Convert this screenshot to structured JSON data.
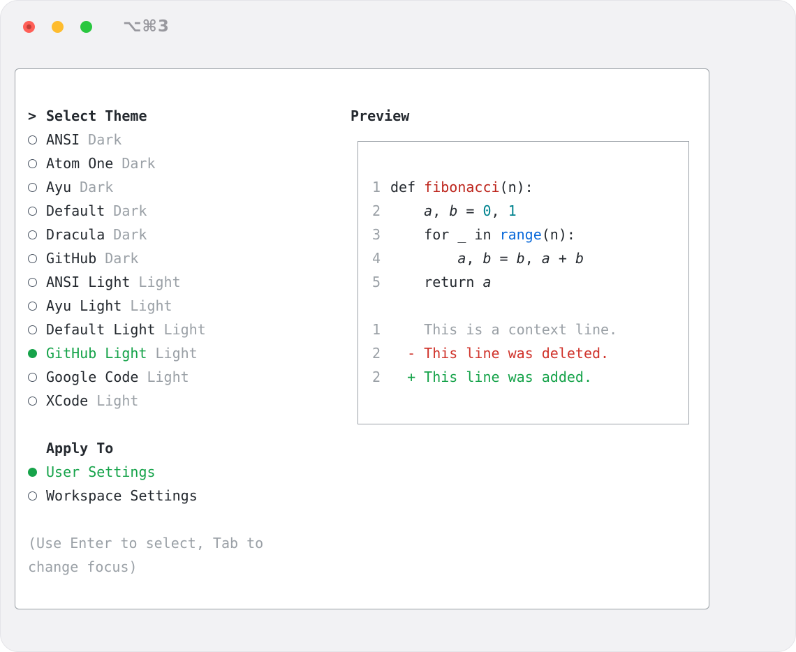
{
  "window": {
    "shortcut_label": "⌥⌘3"
  },
  "selector": {
    "prompt": ">",
    "title": "Select Theme",
    "themes": [
      {
        "name": "ANSI",
        "variant": "Dark",
        "selected": false
      },
      {
        "name": "Atom One",
        "variant": "Dark",
        "selected": false
      },
      {
        "name": "Ayu",
        "variant": "Dark",
        "selected": false
      },
      {
        "name": "Default",
        "variant": "Dark",
        "selected": false
      },
      {
        "name": "Dracula",
        "variant": "Dark",
        "selected": false
      },
      {
        "name": "GitHub",
        "variant": "Dark",
        "selected": false
      },
      {
        "name": "ANSI Light",
        "variant": "Light",
        "selected": false
      },
      {
        "name": "Ayu Light",
        "variant": "Light",
        "selected": false
      },
      {
        "name": "Default Light",
        "variant": "Light",
        "selected": false
      },
      {
        "name": "GitHub Light",
        "variant": "Light",
        "selected": true
      },
      {
        "name": "Google Code",
        "variant": "Light",
        "selected": false
      },
      {
        "name": "XCode",
        "variant": "Light",
        "selected": false
      }
    ],
    "apply_to": {
      "title": "Apply To",
      "options": [
        {
          "label": "User Settings",
          "selected": true
        },
        {
          "label": "Workspace Settings",
          "selected": false
        }
      ]
    },
    "hint": "(Use Enter to select, Tab to change focus)"
  },
  "preview": {
    "title": "Preview",
    "code_lines": [
      {
        "num": "1",
        "tokens": [
          {
            "text": "def ",
            "style": "plain"
          },
          {
            "text": "fibonacci",
            "style": "function"
          },
          {
            "text": "(n):",
            "style": "plain"
          }
        ]
      },
      {
        "num": "2",
        "tokens": [
          {
            "text": "    ",
            "style": "plain"
          },
          {
            "text": "a",
            "style": "variable"
          },
          {
            "text": ", ",
            "style": "plain"
          },
          {
            "text": "b",
            "style": "variable"
          },
          {
            "text": " = ",
            "style": "plain"
          },
          {
            "text": "0",
            "style": "number"
          },
          {
            "text": ", ",
            "style": "plain"
          },
          {
            "text": "1",
            "style": "number"
          }
        ]
      },
      {
        "num": "3",
        "tokens": [
          {
            "text": "    for _ in ",
            "style": "plain"
          },
          {
            "text": "range",
            "style": "builtin"
          },
          {
            "text": "(n):",
            "style": "plain"
          }
        ]
      },
      {
        "num": "4",
        "tokens": [
          {
            "text": "        ",
            "style": "plain"
          },
          {
            "text": "a",
            "style": "variable"
          },
          {
            "text": ", ",
            "style": "plain"
          },
          {
            "text": "b",
            "style": "variable"
          },
          {
            "text": " = ",
            "style": "plain"
          },
          {
            "text": "b",
            "style": "variable"
          },
          {
            "text": ", ",
            "style": "plain"
          },
          {
            "text": "a",
            "style": "variable"
          },
          {
            "text": " + ",
            "style": "plain"
          },
          {
            "text": "b",
            "style": "variable"
          }
        ]
      },
      {
        "num": "5",
        "tokens": [
          {
            "text": "    return ",
            "style": "plain"
          },
          {
            "text": "a",
            "style": "variable"
          }
        ]
      }
    ],
    "diff_lines": [
      {
        "num": "1",
        "text": "    This is a context line.",
        "kind": "context"
      },
      {
        "num": "2",
        "text": "  - This line was deleted.",
        "kind": "deleted"
      },
      {
        "num": "2",
        "text": "  + This line was added.",
        "kind": "added"
      }
    ]
  },
  "colors": {
    "accent_green": "#16a34a",
    "deleted_red": "#d0342c",
    "function_red": "#bd251c",
    "number_teal": "#00838f",
    "builtin_blue": "#0969da",
    "muted_gray": "#9aa0a6",
    "text_dark": "#24292f",
    "border_gray": "#9aa0a6",
    "window_bg": "#f2f2f4",
    "traffic_red": "#ff5f57",
    "traffic_yellow": "#febc2e",
    "traffic_green": "#29c73f"
  }
}
